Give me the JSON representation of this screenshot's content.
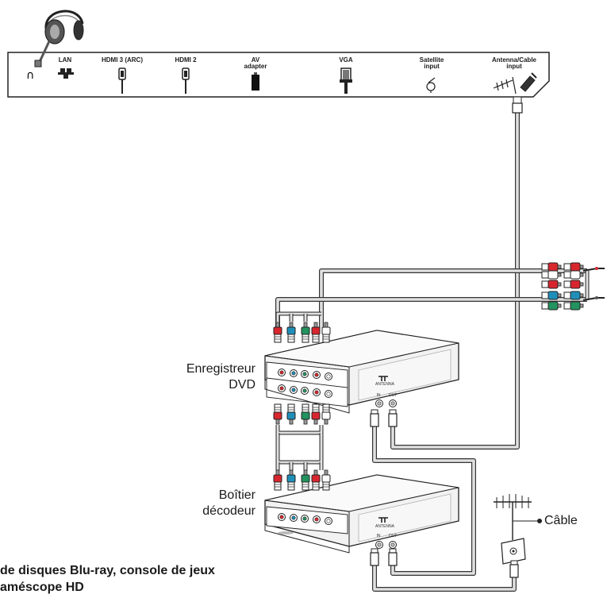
{
  "tv_panel": {
    "ports": {
      "lan": "LAN",
      "hdmi3": "HDMI 3 (ARC)",
      "hdmi2": "HDMI 2",
      "av_line1": "AV",
      "av_line2": "adapter",
      "vga": "VGA",
      "sat_line1": "Satellite",
      "sat_line2": "input",
      "ant_line1": "Antenna/Cable",
      "ant_line2": "input"
    },
    "icons": [
      "headphone-icon",
      "lan-icon",
      "hdmi-icon",
      "av-adapter-icon",
      "vga-icon",
      "satellite-icon",
      "antenna-icon",
      "coax-plug-icon"
    ]
  },
  "devices": {
    "dvd": {
      "line1": "Enregistreur",
      "line2": "DVD",
      "out_label": "OUT",
      "in_label": "IN",
      "antenna_label": "ANTENNA"
    },
    "decoder": {
      "line1": "Boîtier",
      "line2": "décodeur",
      "out_label": "OUT",
      "in_label": "IN",
      "antenna_label": "ANTENNA"
    }
  },
  "cable_label": "Câble",
  "bottom_text": {
    "line1": "de disques Blu-ray, console de jeux",
    "line2": "améscope HD"
  },
  "colors": {
    "red": "#d8262e",
    "blue": "#1f8fb9",
    "green": "#23935f",
    "white": "#ffffff",
    "cable": "#dcdcdc",
    "outline": "#222222"
  }
}
